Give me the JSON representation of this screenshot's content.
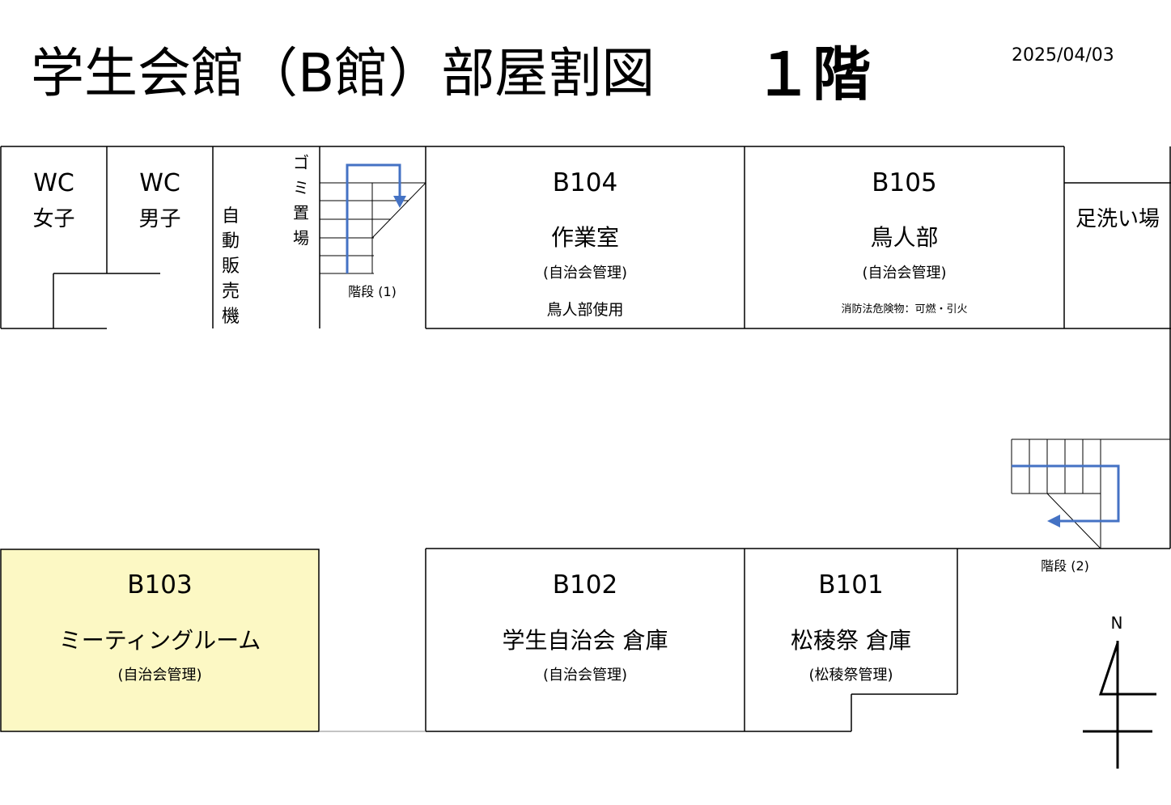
{
  "header": {
    "title": "学生会館（B館）部屋割図",
    "floor": "１階",
    "date": "2025/04/03"
  },
  "rooms": {
    "wc_women": {
      "code": "WC",
      "label": "女子"
    },
    "wc_men": {
      "code": "WC",
      "label": "男子"
    },
    "vending": {
      "label": "自動販売機"
    },
    "garbage": {
      "label": "ゴミ置場"
    },
    "stairs1": {
      "label": "階段 (1)"
    },
    "b104": {
      "code": "B104",
      "name": "作業室",
      "manager": "(自治会管理)",
      "note": "鳥人部使用"
    },
    "b105": {
      "code": "B105",
      "name": "鳥人部",
      "manager": "(自治会管理)",
      "note": "消防法危険物：可燃・引火"
    },
    "footwash": {
      "label": "足洗い場"
    },
    "stairs2": {
      "label": "階段 (2)"
    },
    "b103": {
      "code": "B103",
      "name": "ミーティングルーム",
      "manager": "(自治会管理)",
      "highlight_color": "#fcf8c4"
    },
    "b102": {
      "code": "B102",
      "name": "学生自治会 倉庫",
      "manager": "(自治会管理)"
    },
    "b101": {
      "code": "B101",
      "name": "松稜祭 倉庫",
      "manager": "(松稜祭管理)"
    }
  },
  "compass": {
    "label": "N"
  },
  "colors": {
    "stair_arrow": "#4472c4",
    "wall": "#000000"
  }
}
